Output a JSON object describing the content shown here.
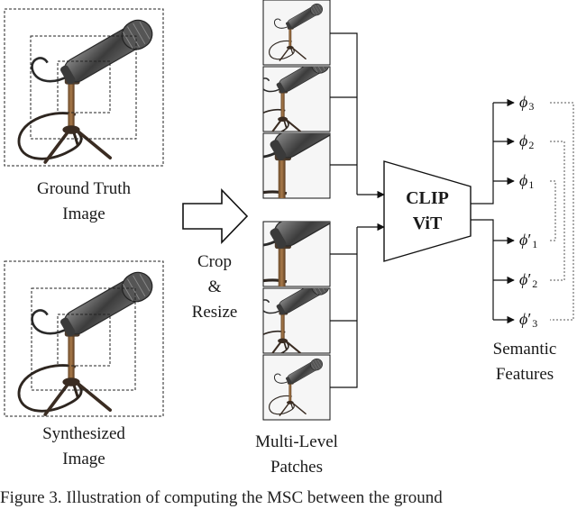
{
  "labels": {
    "ground_truth_line1": "Ground Truth",
    "ground_truth_line2": "Image",
    "synthesized_line1": "Synthesized",
    "synthesized_line2": "Image",
    "crop_line1": "Crop",
    "crop_line2": "&",
    "crop_line3": "Resize",
    "patches_line1": "Multi-Level",
    "patches_line2": "Patches",
    "clip_line1": "CLIP",
    "clip_line2": "ViT",
    "features_line1": "Semantic",
    "features_line2": "Features"
  },
  "features": [
    {
      "symbol": "ϕ",
      "sub": "3",
      "prime": ""
    },
    {
      "symbol": "ϕ",
      "sub": "2",
      "prime": ""
    },
    {
      "symbol": "ϕ",
      "sub": "1",
      "prime": ""
    },
    {
      "symbol": "ϕ",
      "sub": "1",
      "prime": "′"
    },
    {
      "symbol": "ϕ",
      "sub": "2",
      "prime": "′"
    },
    {
      "symbol": "ϕ",
      "sub": "3",
      "prime": "′"
    }
  ],
  "caption": "Figure 3. Illustration of computing the MSC between the ground"
}
